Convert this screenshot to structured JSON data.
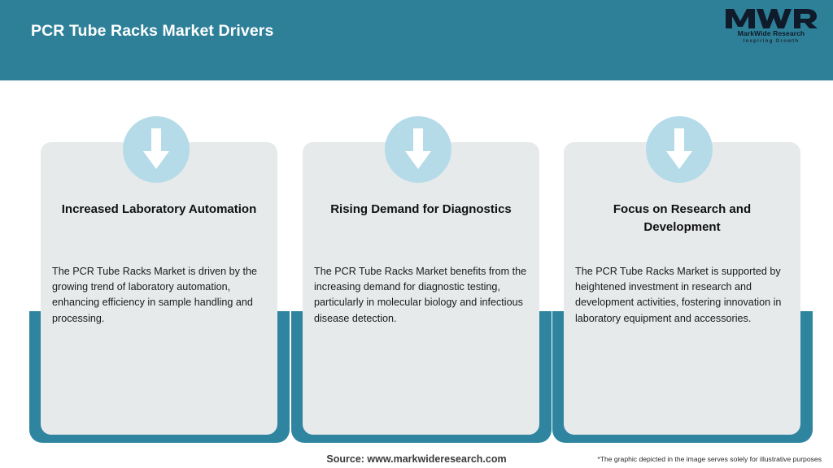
{
  "header": {
    "title": "PCR Tube Racks Market Drivers",
    "background_color": "#2E8099",
    "title_color": "#FFFFFF"
  },
  "logo": {
    "mark": "MWR",
    "name": "MarkWide Research",
    "tagline": "Inspiring Growth"
  },
  "cards": [
    {
      "icon": "down-arrow-icon",
      "title": "Increased Laboratory Automation",
      "body": "The PCR Tube Racks Market is driven by the growing trend of laboratory automation, enhancing efficiency in sample handling and processing."
    },
    {
      "icon": "down-arrow-icon",
      "title": "Rising Demand for Diagnostics",
      "body": "The PCR Tube Racks Market benefits from the increasing demand for diagnostic testing, particularly in molecular biology and infectious disease detection."
    },
    {
      "icon": "down-arrow-icon",
      "title": "Focus on Research and Development",
      "body": "The PCR Tube Racks Market is supported by heightened investment in research and development activities, fostering innovation in laboratory equipment and accessories."
    }
  ],
  "footer": {
    "source": "Source: www.markwideresearch.com",
    "disclaimer": "*The graphic depicted in the image serves solely for illustrative purposes"
  },
  "theme": {
    "accent_teal": "#2E8099",
    "bracket_teal": "#2F85A0",
    "card_gray": "#E6EAEB",
    "badge_blue": "#B5DBE9"
  }
}
